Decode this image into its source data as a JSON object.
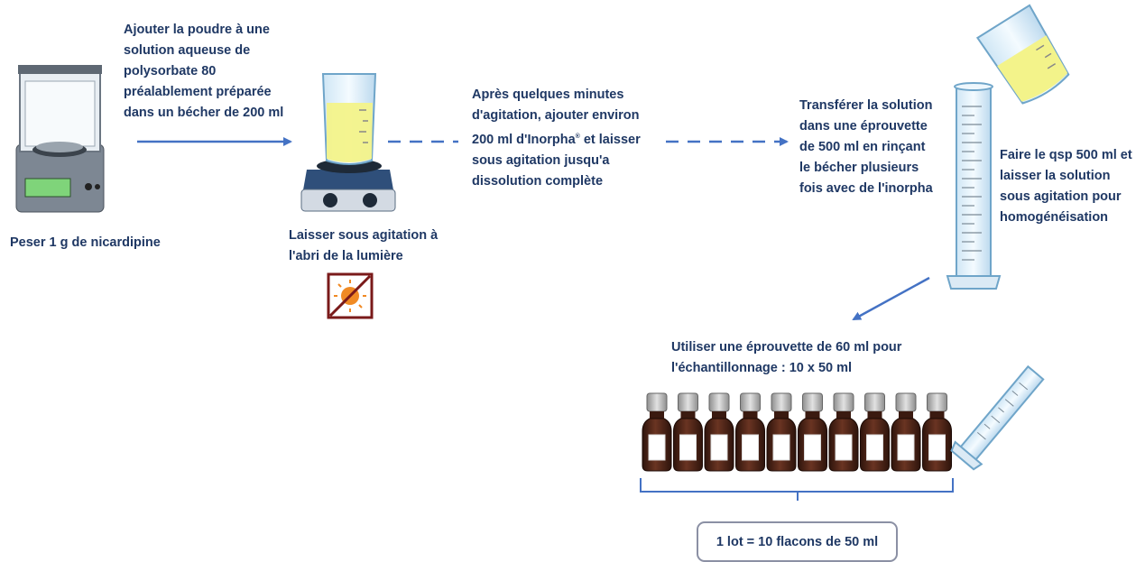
{
  "steps": {
    "weigh": "Peser 1 g de nicardipine",
    "add_powder": "Ajouter la poudre à une\nsolution aqueuse de\npolysorbate 80\npréalablement préparée\ndans un bécher de 200 ml",
    "stir_dark": "Laisser sous agitation à\nl'abri de la lumière",
    "add_inorpha": "Après quelques minutes\nd'agitation, ajouter environ\n200 ml d'Inorpha",
    "add_inorpha_mark": "®",
    "add_inorpha_rest": " et laisser\nsous agitation jusqu'a\ndissolution complète",
    "transfer": "Transférer la solution\ndans une éprouvette\nde 500 ml en rinçant\nle bécher plusieurs\nfois avec de l'inorpha",
    "qsp": "Faire le qsp 500 ml et\nlaisser la solution\nsous agitation pour\nhomogénéisation",
    "sampling": "Utiliser une éprouvette de 60 ml pour\nl'échantillonnage : 10 x 50 ml",
    "lot": "1 lot = 10 flacons de 50 ml"
  },
  "icons": [
    "balance-icon",
    "stirrer-beaker-icon",
    "no-light-icon",
    "pouring-beaker-icon",
    "graduated-cylinder-icon",
    "amber-bottle-icon",
    "small-cylinder-icon"
  ],
  "bottles_count": 10,
  "colors": {
    "text": "#1f3864",
    "arrow": "#4472c4",
    "solution": "#f3f38a",
    "bottle": "#4a2418"
  }
}
